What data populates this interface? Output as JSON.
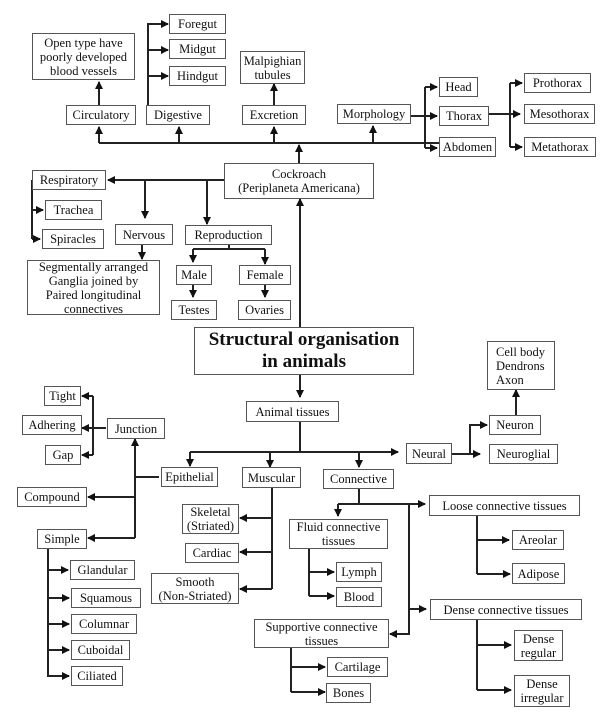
{
  "title": "Structural organisation\nin animals",
  "cockroach": {
    "root": "Cockroach\n(Periplaneta Americana)",
    "circulatory": "Circulatory",
    "circulatory_note": "Open type have\npoorly developed\nblood vessels",
    "digestive": "Digestive",
    "digestive_parts": [
      "Foregut",
      "Midgut",
      "Hindgut"
    ],
    "excretion": "Excretion",
    "excretion_note": "Malpighian\ntubules",
    "morphology": "Morphology",
    "morphology_parts": [
      "Head",
      "Thorax",
      "Abdomen"
    ],
    "thorax_parts": [
      "Prothorax",
      "Mesothorax",
      "Metathorax"
    ],
    "respiratory": "Respiratory",
    "respiratory_parts": [
      "Trachea",
      "Spiracles"
    ],
    "nervous": "Nervous",
    "nervous_note": "Segmentally arranged\nGanglia joined by\nPaired longitudinal\nconnectives",
    "reproduction": "Reproduction",
    "male": "Male",
    "female": "Female",
    "testes": "Testes",
    "ovaries": "Ovaries"
  },
  "tissues": {
    "root": "Animal tissues",
    "epithelial": "Epithelial",
    "junction": "Junction",
    "junction_types": [
      "Tight",
      "Adhering",
      "Gap"
    ],
    "compound": "Compound",
    "simple": "Simple",
    "simple_types": [
      "Glandular",
      "Squamous",
      "Columnar",
      "Cuboidal",
      "Ciliated"
    ],
    "muscular": "Muscular",
    "muscular_types": [
      "Skeletal\n(Striated)",
      "Cardiac",
      "Smooth\n(Non-Striated)"
    ],
    "connective": "Connective",
    "fluid": "Fluid connective\ntissues",
    "fluid_types": [
      "Lymph",
      "Blood"
    ],
    "supportive": "Supportive connective\ntissues",
    "supportive_types": [
      "Cartilage",
      "Bones"
    ],
    "loose": "Loose connective tissues",
    "loose_types": [
      "Areolar",
      "Adipose"
    ],
    "dense": "Dense connective tissues",
    "dense_types": [
      "Dense\nregular",
      "Dense\nirregular"
    ],
    "neural": "Neural",
    "neuron": "Neuron",
    "neuron_parts": "Cell body\nDendrons\nAxon",
    "neuroglial": "Neuroglial"
  }
}
